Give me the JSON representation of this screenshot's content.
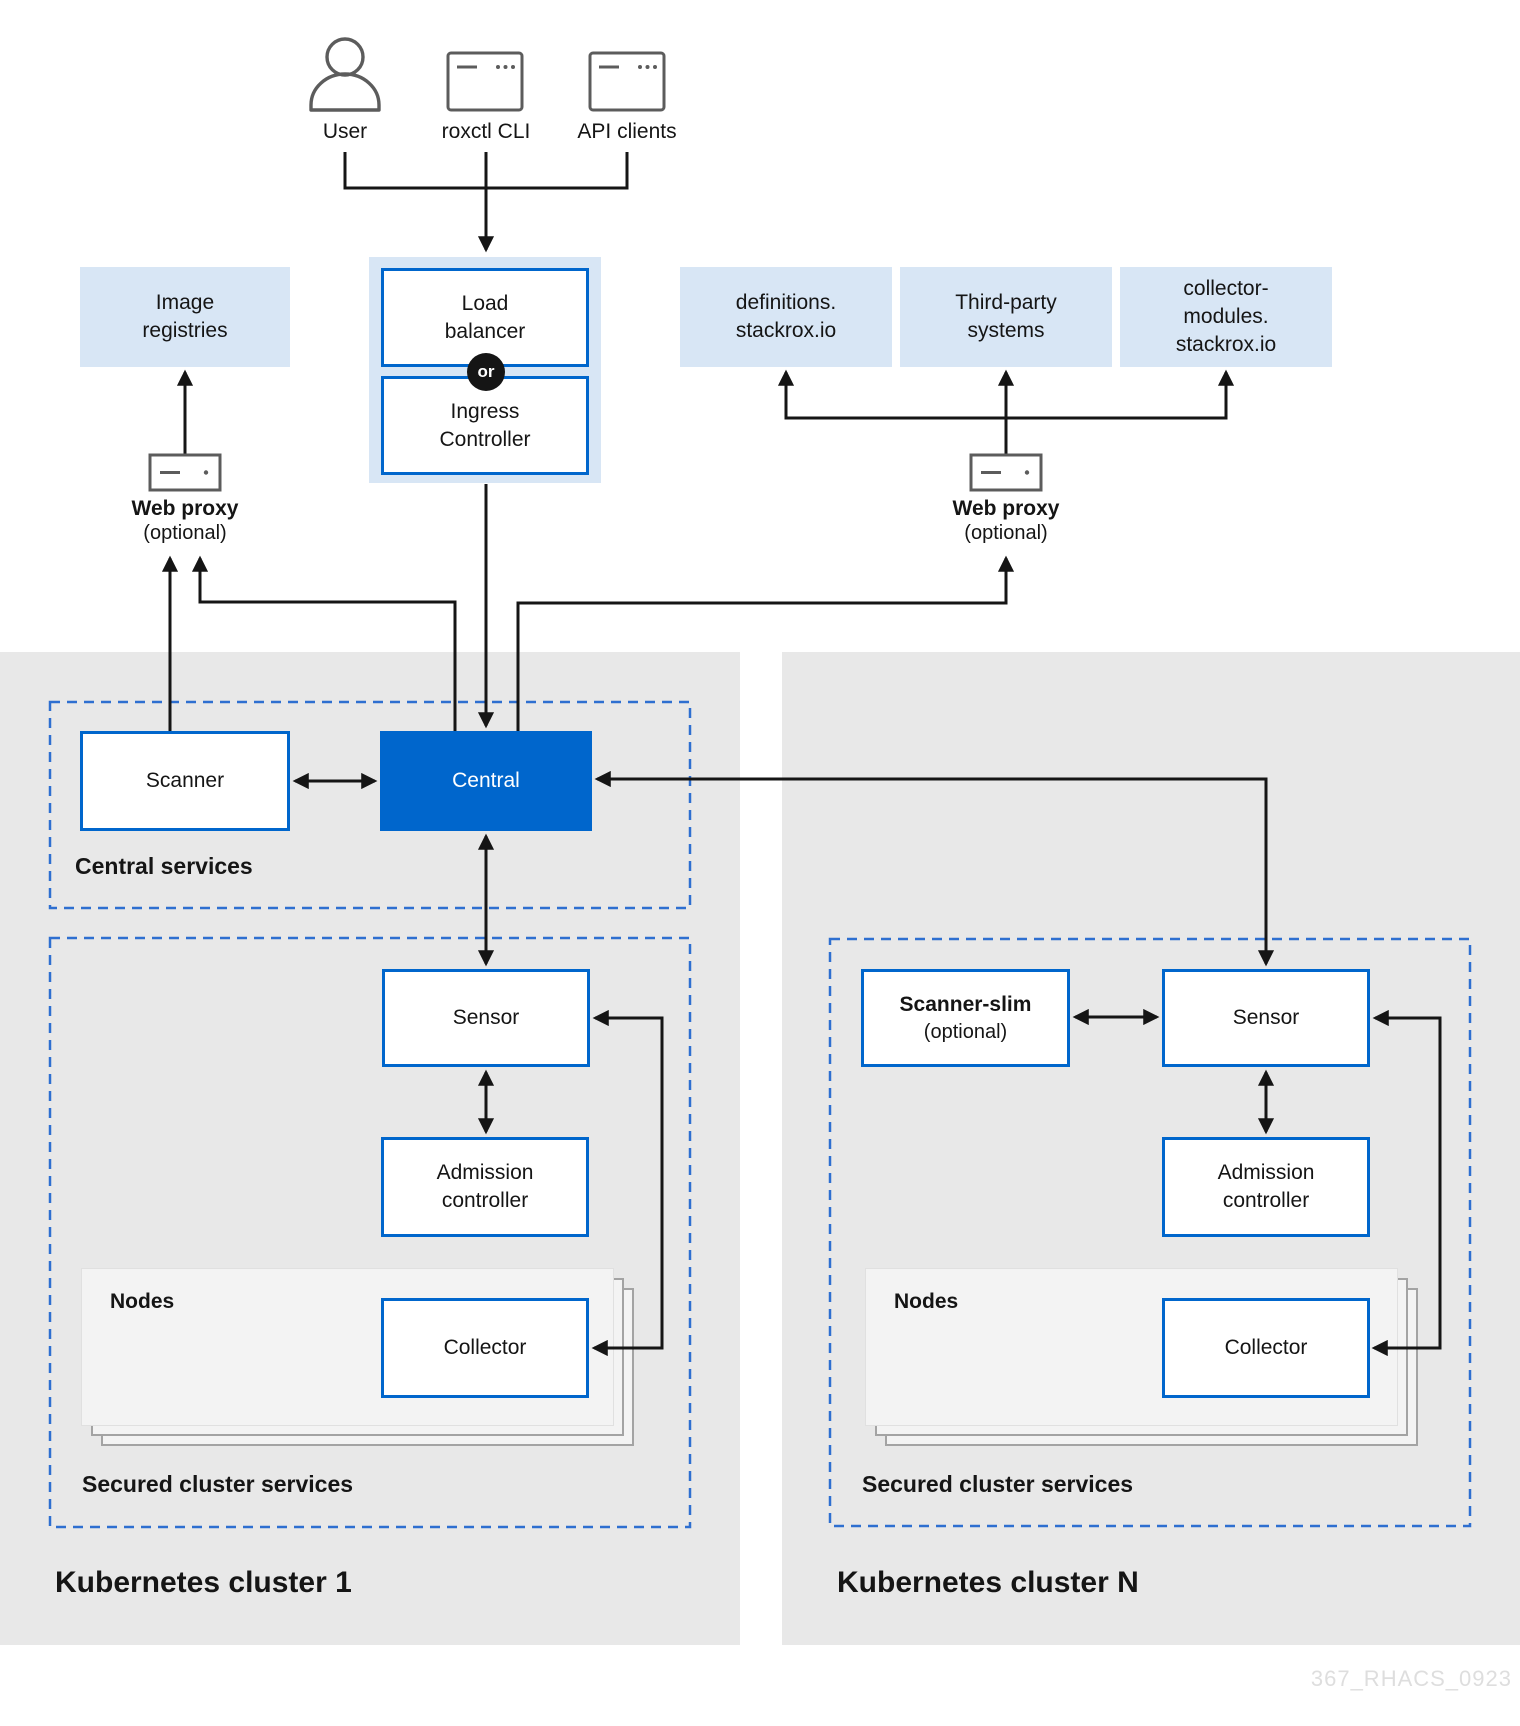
{
  "actors": {
    "user": "User",
    "roxctl_cli": "roxctl CLI",
    "api_clients": "API clients"
  },
  "entry": {
    "load_balancer": "Load\nbalancer",
    "or_badge": "or",
    "ingress_controller": "Ingress\nController"
  },
  "externals": {
    "image_registries": "Image\nregistries",
    "definitions": "definitions.\nstackrox.io",
    "third_party": "Third-party\nsystems",
    "collector_modules": "collector-\nmodules.\nstackrox.io"
  },
  "web_proxy_left": {
    "label": "Web proxy",
    "qualifier": "(optional)"
  },
  "web_proxy_right": {
    "label": "Web proxy",
    "qualifier": "(optional)"
  },
  "central_services": {
    "section_label": "Central services",
    "scanner": "Scanner",
    "central": "Central"
  },
  "cluster1": {
    "title": "Kubernetes cluster 1",
    "section_label": "Secured cluster services",
    "sensor": "Sensor",
    "admission_controller": "Admission\ncontroller",
    "nodes": "Nodes",
    "collector": "Collector"
  },
  "clusterN": {
    "title": "Kubernetes cluster N",
    "section_label": "Secured cluster services",
    "scanner_slim": "Scanner-slim",
    "scanner_slim_qualifier": "(optional)",
    "sensor": "Sensor",
    "admission_controller": "Admission\ncontroller",
    "nodes": "Nodes",
    "collector": "Collector"
  },
  "watermark": "367_RHACS_0923",
  "colors": {
    "accent_blue": "#0066cc",
    "light_blue": "#d8e6f5",
    "dashed_border": "#2e6fd0",
    "region_gray": "#e8e8e8",
    "line": "#151515",
    "icon_gray": "#5c5c5c"
  }
}
